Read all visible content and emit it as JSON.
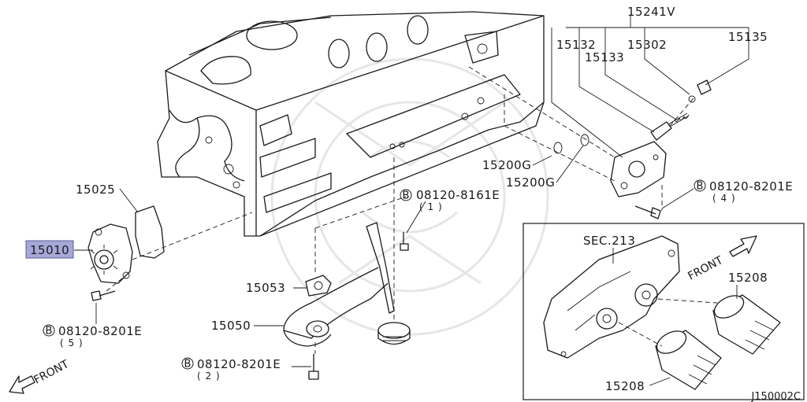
{
  "diagram_code": "J150002C",
  "labels": {
    "p15241V": "15241V",
    "p15132": "15132",
    "p15133": "15133",
    "p15302": "15302",
    "p15135": "15135",
    "p15200G_a": "15200G",
    "p15200G_b": "15200G",
    "p15025": "15025",
    "p15010": "15010",
    "p15053": "15053",
    "p15050": "15050",
    "p15208_a": "15208",
    "p15208_b": "15208",
    "sec213": "SEC.213"
  },
  "bolts": [
    {
      "marker": "B",
      "part": "08120-8161E",
      "qty": "( 1 )"
    },
    {
      "marker": "B",
      "part": "08120-8201E",
      "qty": "( 4 )"
    },
    {
      "marker": "B",
      "part": "08120-8201E",
      "qty": "( 5 )"
    },
    {
      "marker": "B",
      "part": "08120-8201E",
      "qty": "( 2 )"
    }
  ],
  "front_labels": [
    "FRONT",
    "FRONT"
  ],
  "colors": {
    "highlight_fill": "#a6a8d6",
    "highlight_border": "#5a5c9a",
    "line": "#1a1a1a"
  }
}
